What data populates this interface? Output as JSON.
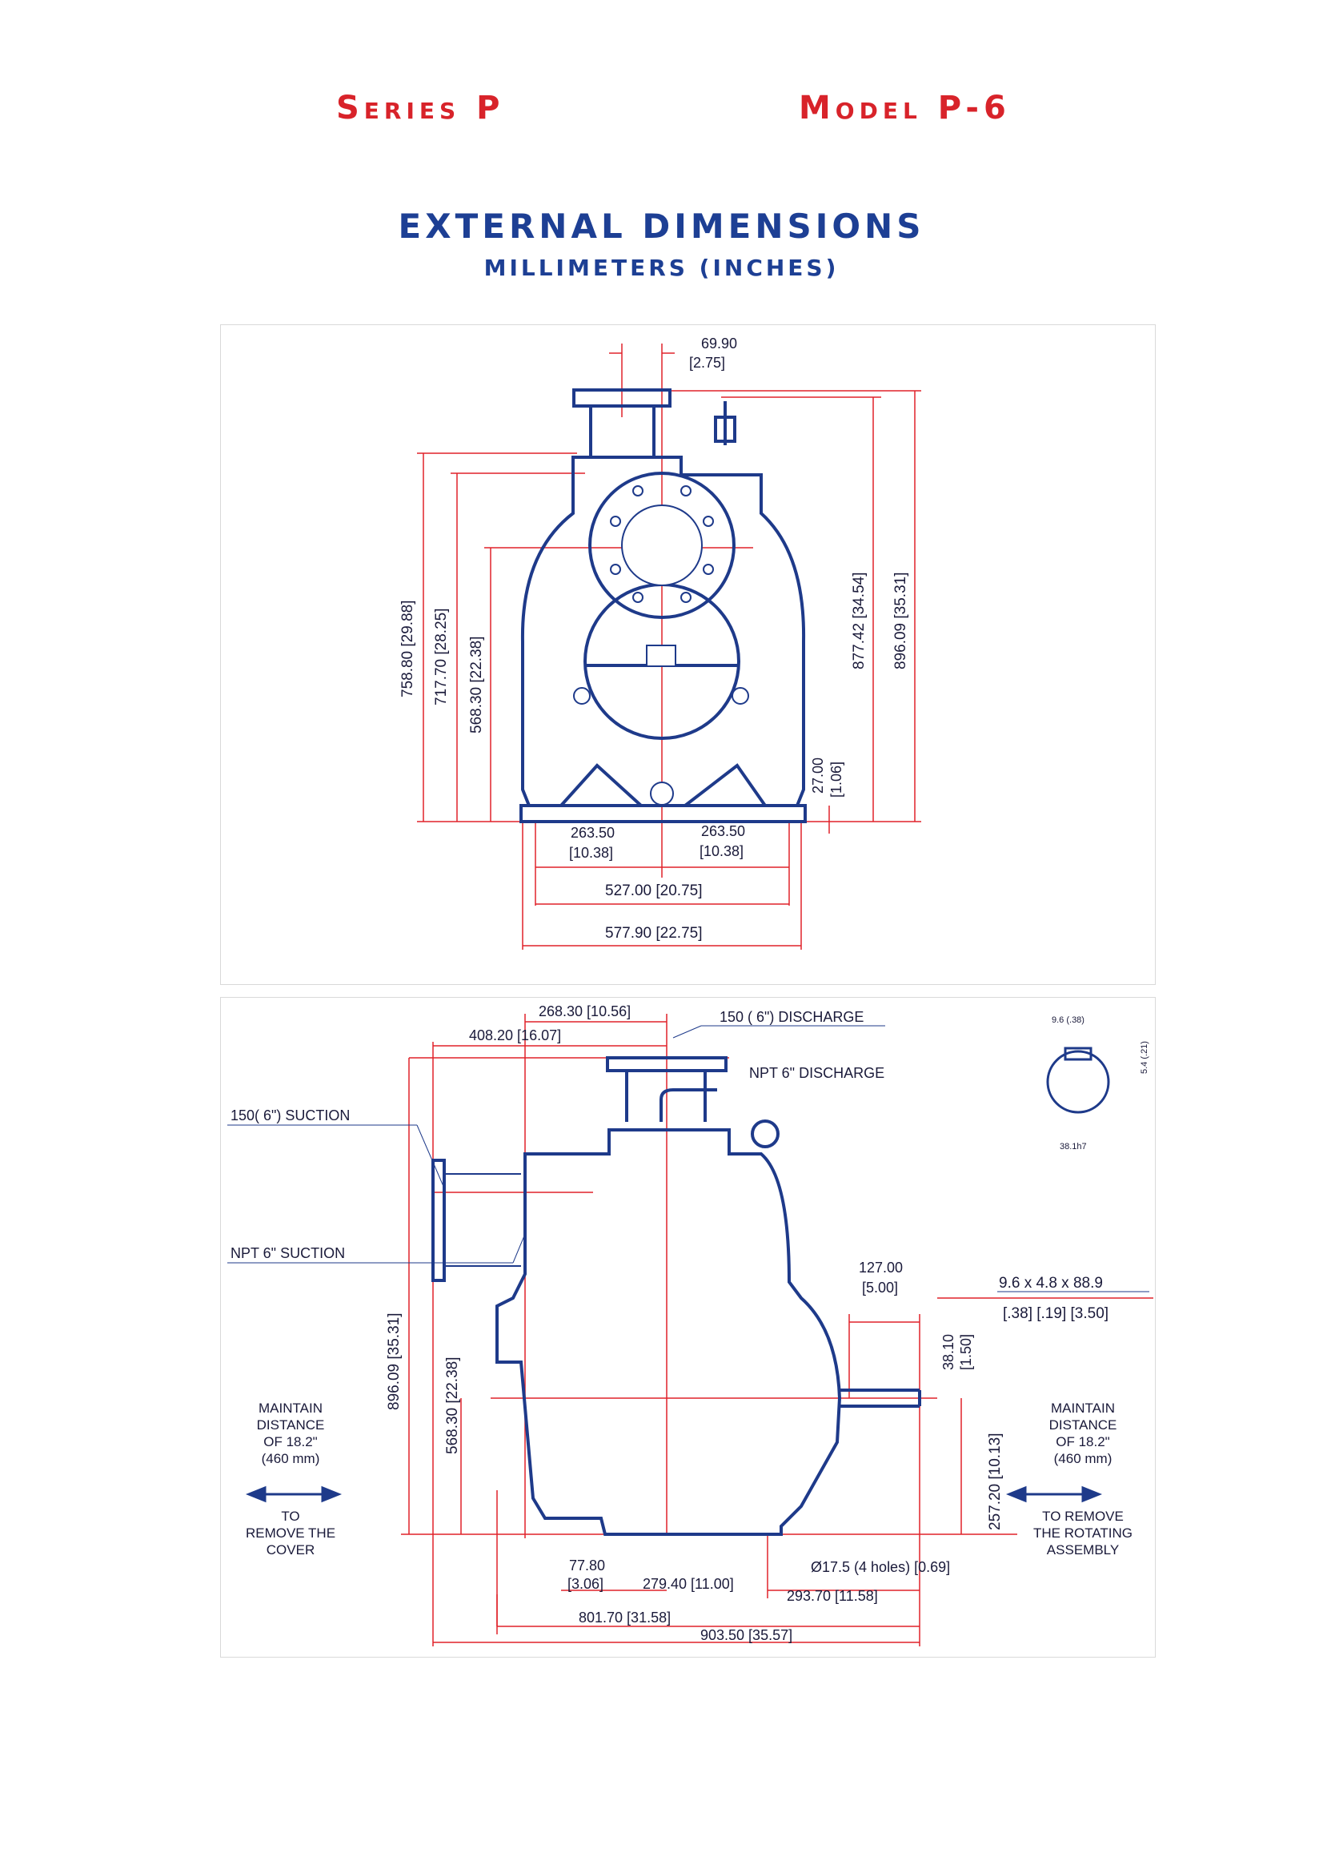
{
  "header": {
    "series": "Series P",
    "model": "Model P-6"
  },
  "title": {
    "main": "EXTERNAL DIMENSIONS",
    "sub": "MILLIMETERS (INCHES)"
  },
  "front_view": {
    "top_offset": "69.90",
    "top_offset_in": "[2.75]",
    "h1": "758.80 [29.88]",
    "h2": "717.70 [28.25]",
    "h3": "568.30 [22.38]",
    "h4": "877.42 [34.54]",
    "h5": "896.09 [35.31]",
    "foot_h": "27.00",
    "foot_h_in": "[1.06]",
    "half_left": "263.50",
    "half_left_in": "[10.38]",
    "half_right": "263.50",
    "half_right_in": "[10.38]",
    "base": "527.00  [20.75]",
    "overall": "577.90  [22.75]"
  },
  "side_view": {
    "d268": "268.30  [10.56]",
    "d408": "408.20 [16.07]",
    "discharge150": "150 ( 6\") DISCHARGE",
    "npt_discharge": "NPT 6\" DISCHARGE",
    "suction150": "150( 6\") SUCTION",
    "npt_suction": "NPT 6\" SUCTION",
    "shaft_len": "127.00",
    "shaft_len_in": "[5.00]",
    "key_mm": "9.6  x  4.8  x   88.9",
    "key_in": "[.38]  [.19]  [3.50]",
    "shaft_dia": "38.10",
    "shaft_dia_in": "[1.50]",
    "h896": "896.09 [35.31]",
    "h568": "568.30 [22.38]",
    "h257": "257.20 [10.13]",
    "d77": "77.80",
    "d77_in": "[3.06]",
    "d279": "279.40  [11.00]",
    "d293": "293.70  [11.58]",
    "holes": "Ø17.5 (4 holes) [0.69]",
    "d801": "801.70  [31.58]",
    "d903": "903.50  [35.57]",
    "left_note": [
      "MAINTAIN",
      "DISTANCE",
      "OF 18.2\"",
      "(460 mm)"
    ],
    "left_note2": [
      "TO",
      "REMOVE THE",
      "COVER"
    ],
    "right_note": [
      "MAINTAIN",
      "DISTANCE",
      "OF 18.2\"",
      "(460 mm)"
    ],
    "right_note2": [
      "TO REMOVE",
      "THE ROTATING",
      "ASSEMBLY"
    ],
    "key_w": "9.6 (.38)",
    "key_h": "5.4 (.21)",
    "shaft_fit": "38.1h7"
  },
  "colors": {
    "header_red": "#d8232a",
    "title_blue": "#1d3f94",
    "outline": "#1e3a8a",
    "dimension": "#e0222a"
  }
}
